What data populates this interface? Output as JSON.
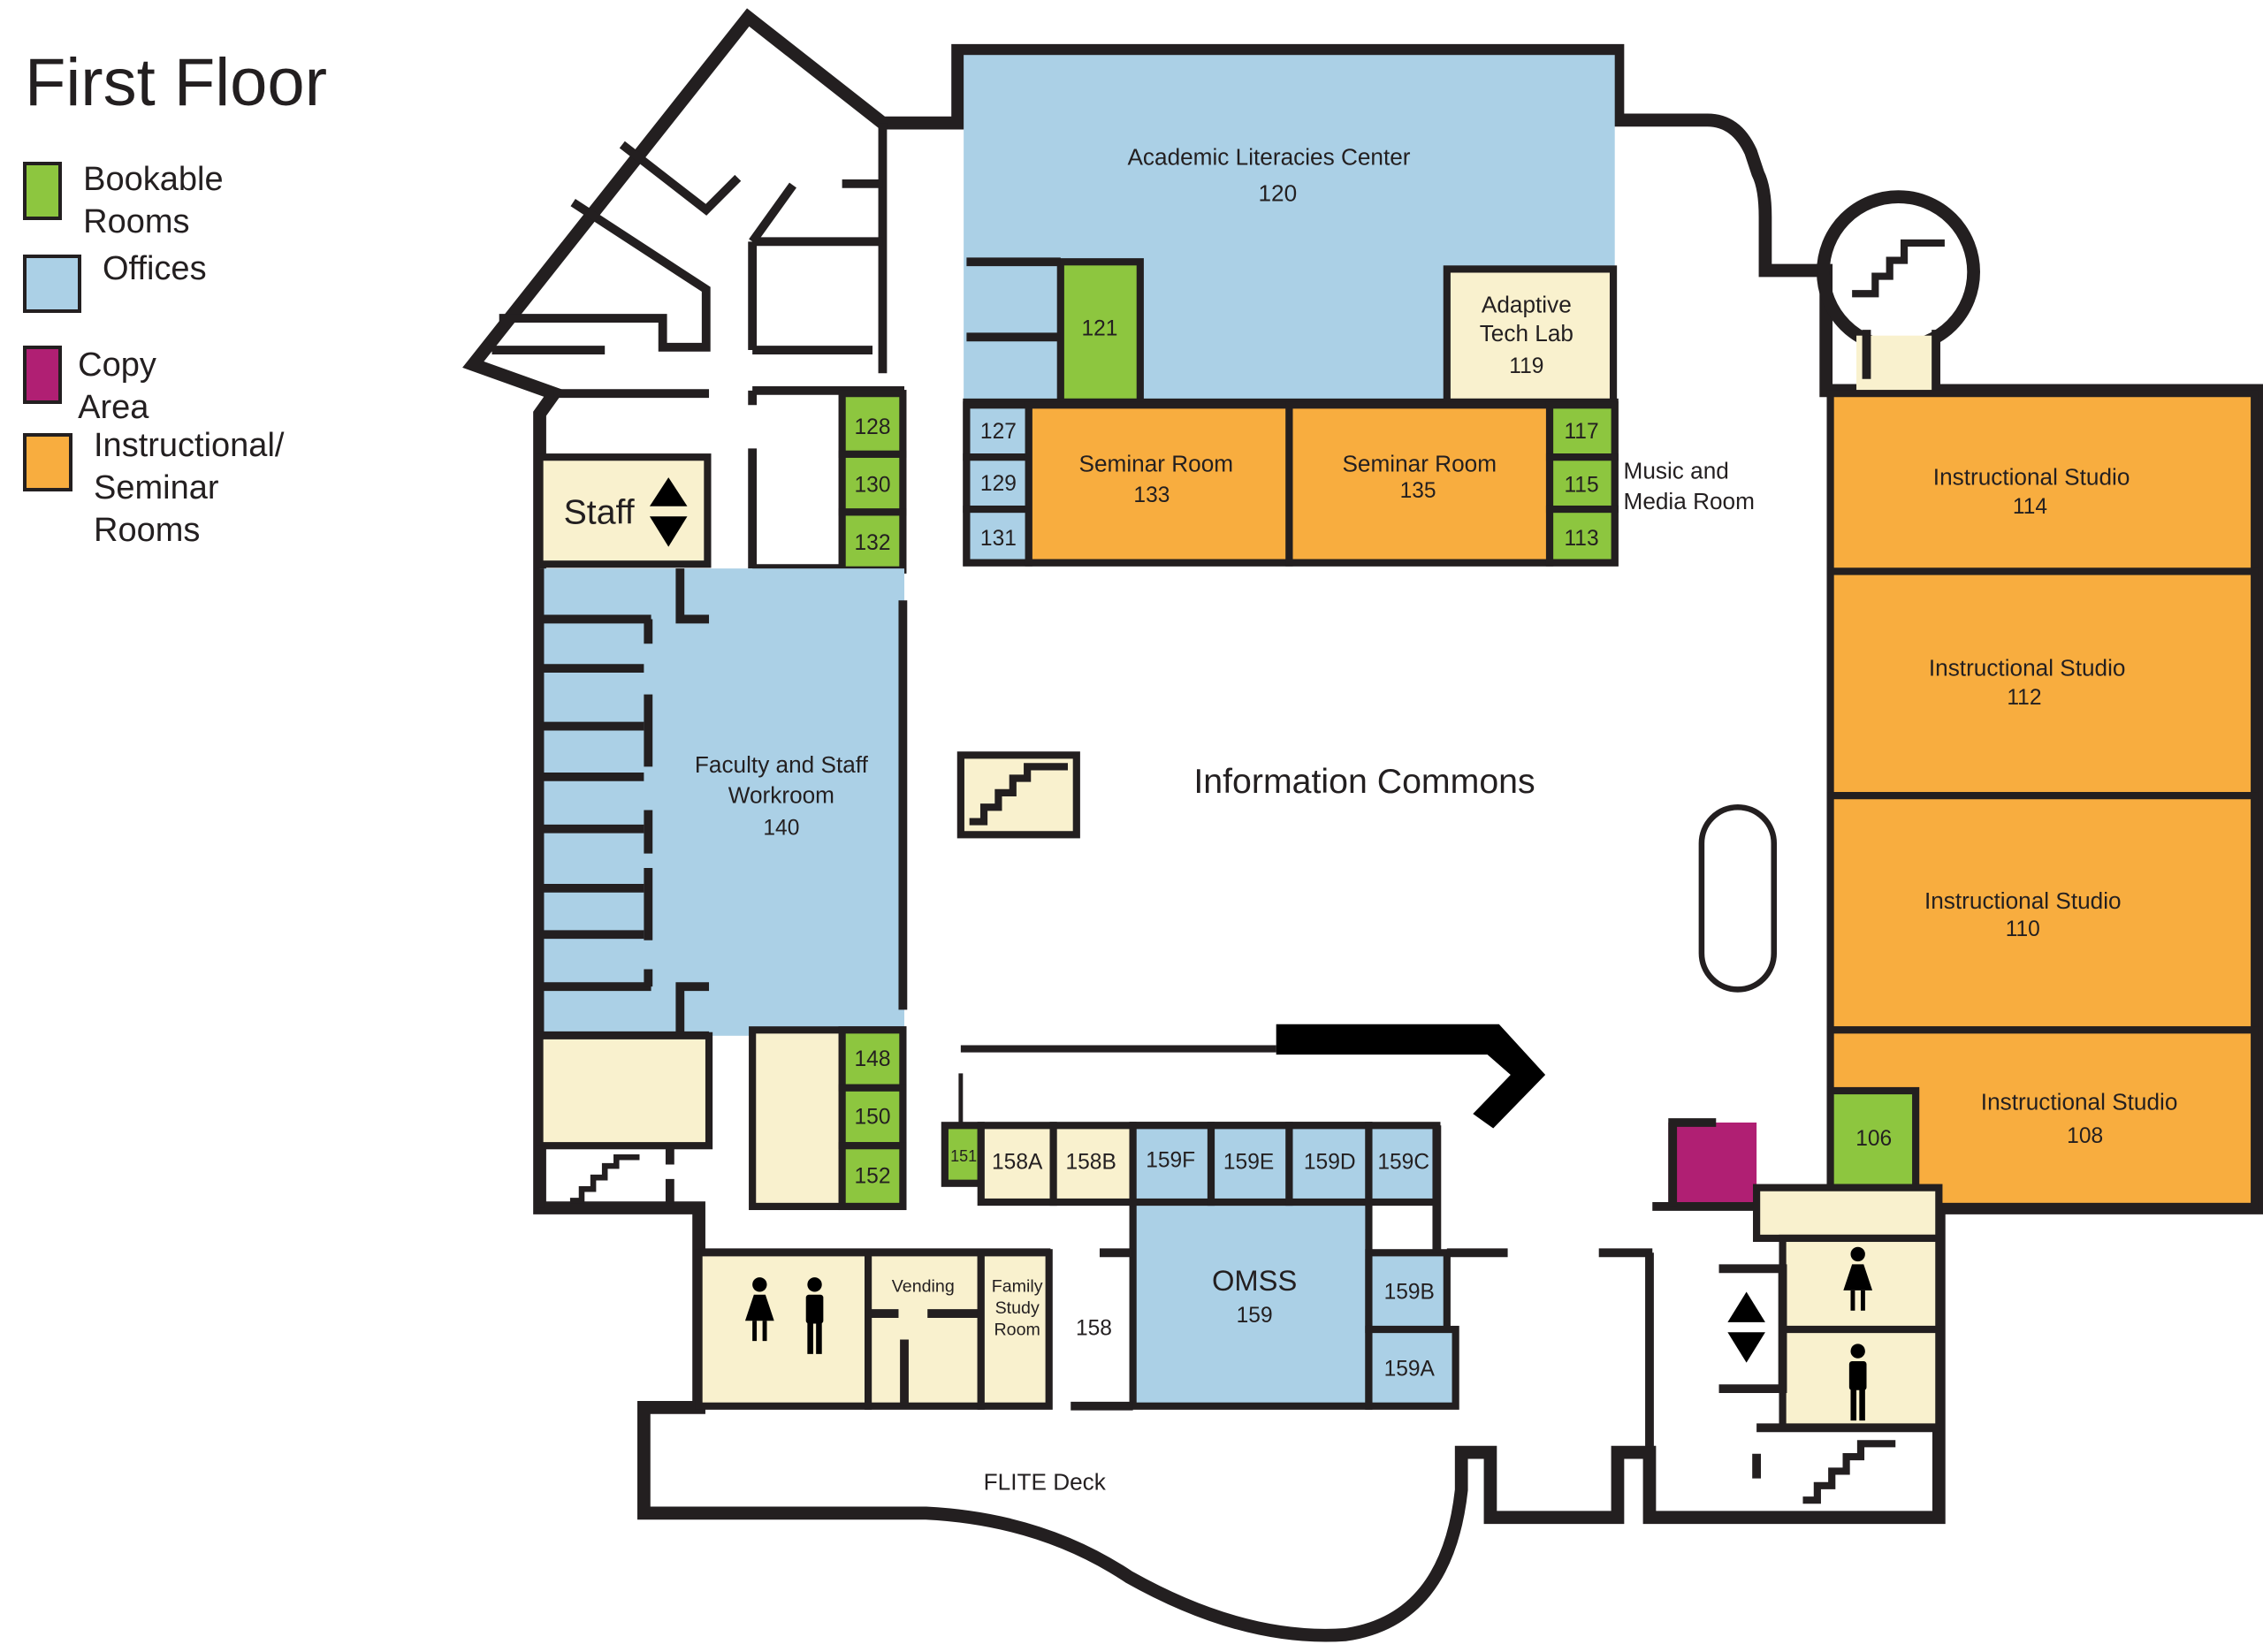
{
  "map": {
    "title": "First Floor",
    "colors": {
      "bookable": "#8dc63f",
      "office": "#abd0e6",
      "copy": "#b01f73",
      "instructional": "#f8ad3f",
      "floor": "#f9f1ce",
      "wall": "#231f20"
    }
  },
  "legend": [
    {
      "label": "Bookable Rooms",
      "color": "#8dc63f"
    },
    {
      "label": "Offices",
      "color": "#abd0e6"
    },
    {
      "label": "Copy Area",
      "color": "#b01f73"
    },
    {
      "label": "Instructional/\nSeminar Rooms",
      "color": "#f8ad3f"
    }
  ],
  "rooms": {
    "r120": {
      "name": "Academic Literacies Center",
      "number": "120"
    },
    "r121": {
      "number": "121"
    },
    "r119": {
      "name1": "Adaptive",
      "name2": "Tech Lab",
      "number": "119"
    },
    "r127": {
      "number": "127"
    },
    "r129": {
      "number": "129"
    },
    "r131": {
      "number": "131"
    },
    "r133": {
      "name": "Seminar Room",
      "number": "133"
    },
    "r135": {
      "name": "Seminar Room",
      "number": "135"
    },
    "r117": {
      "number": "117"
    },
    "r115": {
      "number": "115"
    },
    "r113": {
      "number": "113"
    },
    "music": {
      "line1": "Music and",
      "line2": "Media Room"
    },
    "r128": {
      "number": "128"
    },
    "r130": {
      "number": "130"
    },
    "r132": {
      "number": "132"
    },
    "staff": {
      "label": "Staff"
    },
    "r140": {
      "line1": "Faculty and Staff",
      "line2": "Workroom",
      "number": "140"
    },
    "commons": {
      "label": "Information Commons"
    },
    "r114": {
      "name": "Instructional Studio",
      "number": "114"
    },
    "r112": {
      "name": "Instructional Studio",
      "number": "112"
    },
    "r110": {
      "name": "Instructional Studio",
      "number": "110"
    },
    "r108": {
      "name": "Instructional Studio",
      "number": "108"
    },
    "r106": {
      "number": "106"
    },
    "r148": {
      "number": "148"
    },
    "r150": {
      "number": "150"
    },
    "r152": {
      "number": "152"
    },
    "r151": {
      "number": "151"
    },
    "r158A": {
      "number": "158A"
    },
    "r158B": {
      "number": "158B"
    },
    "r159F": {
      "number": "159F"
    },
    "r159E": {
      "number": "159E"
    },
    "r159D": {
      "number": "159D"
    },
    "r159C": {
      "number": "159C"
    },
    "r159B": {
      "number": "159B"
    },
    "r159A": {
      "number": "159A"
    },
    "omss": {
      "name": "OMSS",
      "number": "159"
    },
    "vending": {
      "label": "Vending"
    },
    "family": {
      "line1": "Family",
      "line2": "Study",
      "line3": "Room"
    },
    "r158": {
      "number": "158"
    },
    "deck": {
      "label": "FLITE Deck"
    }
  },
  "icons": [
    "stairs-icon",
    "elevator-icon",
    "restroom-women-icon",
    "restroom-men-icon",
    "entrance-arrow-icon"
  ]
}
